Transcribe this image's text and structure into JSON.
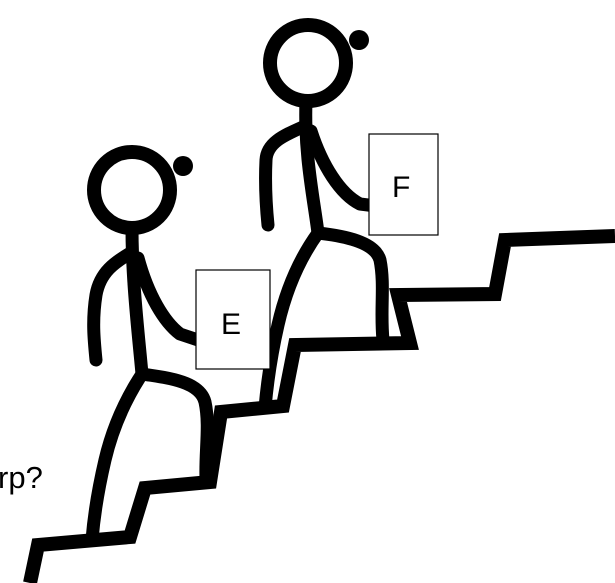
{
  "caption": "rp?",
  "cards": {
    "left_label": "E",
    "right_label": "F"
  },
  "colors": {
    "ink": "#000000",
    "card": "#ffffff",
    "background": "#ffffff"
  }
}
